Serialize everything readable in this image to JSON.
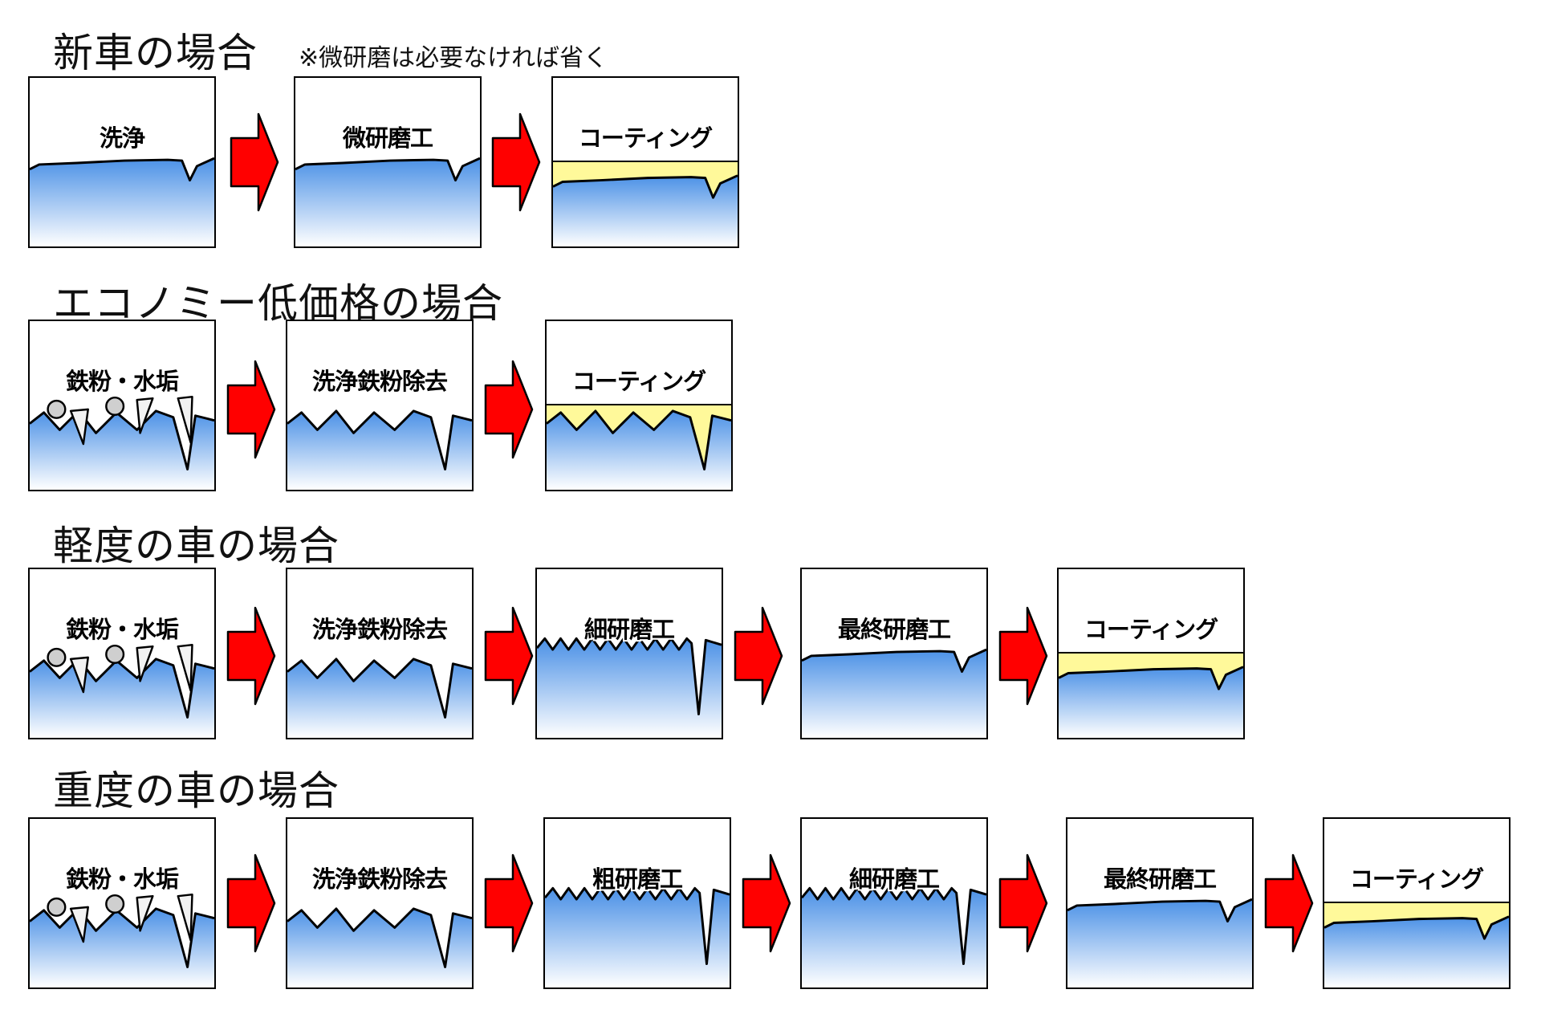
{
  "sections": [
    {
      "title": "新車の場合",
      "note": "※微研磨は必要なければ省く",
      "steps": [
        {
          "label": "洗浄",
          "surface": "smooth",
          "coating": false,
          "particles": false
        },
        {
          "label": "微研磨工",
          "surface": "smooth",
          "coating": false,
          "particles": false
        },
        {
          "label": "コーティング",
          "surface": "smooth",
          "coating": true,
          "particles": false
        }
      ]
    },
    {
      "title": "エコノミー低価格の場合",
      "steps": [
        {
          "label": "鉄粉・水垢",
          "surface": "rough",
          "coating": false,
          "particles": true
        },
        {
          "label": "洗浄鉄粉除去",
          "surface": "rough",
          "coating": false,
          "particles": false
        },
        {
          "label": "コーティング",
          "surface": "rough",
          "coating": true,
          "particles": false
        }
      ]
    },
    {
      "title": "軽度の車の場合",
      "steps": [
        {
          "label": "鉄粉・水垢",
          "surface": "rough",
          "coating": false,
          "particles": true
        },
        {
          "label": "洗浄鉄粉除去",
          "surface": "rough",
          "coating": false,
          "particles": false
        },
        {
          "label": "細研磨工",
          "surface": "fine",
          "coating": false,
          "particles": false
        },
        {
          "label": "最終研磨工",
          "surface": "smooth",
          "coating": false,
          "particles": false
        },
        {
          "label": "コーティング",
          "surface": "smooth",
          "coating": true,
          "particles": false
        }
      ]
    },
    {
      "title": "重度の車の場合",
      "steps": [
        {
          "label": "鉄粉・水垢",
          "surface": "rough",
          "coating": false,
          "particles": true
        },
        {
          "label": "洗浄鉄粉除去",
          "surface": "rough",
          "coating": false,
          "particles": false
        },
        {
          "label": "粗研磨工",
          "surface": "fine",
          "coating": false,
          "particles": false
        },
        {
          "label": "細研磨工",
          "surface": "fine",
          "coating": false,
          "particles": false
        },
        {
          "label": "最終研磨工",
          "surface": "smooth",
          "coating": false,
          "particles": false
        },
        {
          "label": "コーティング",
          "surface": "smooth",
          "coating": true,
          "particles": false
        }
      ]
    }
  ],
  "colors": {
    "paint_top": "#4a90e6",
    "paint_bottom": "#ffffff",
    "coating": "#fff99a",
    "arrow": "#ff0000",
    "outline": "#000000"
  }
}
